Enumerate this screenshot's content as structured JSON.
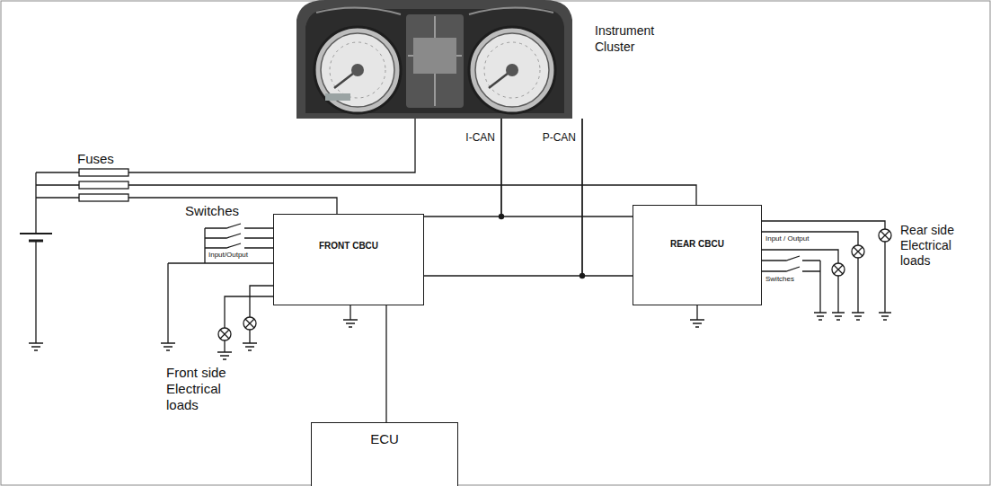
{
  "diagram": {
    "nodes": [
      {
        "text": [
          "Instrument Cluster"
        ]
      },
      {
        "text": [
          "FRONT CBCU"
        ]
      },
      {
        "text": [
          "REAR CBCU"
        ]
      },
      {
        "text": [
          "ECU"
        ]
      }
    ],
    "edges": [
      {
        "from": 0,
        "to": 1,
        "arrow": "none"
      },
      {
        "from": 0,
        "to": 2,
        "arrow": "none"
      },
      {
        "from": 0,
        "to": 1,
        "arrow": "none"
      },
      {
        "from": 0,
        "to": 2,
        "arrow": "none"
      },
      {
        "from": 1,
        "to": 3,
        "arrow": "none"
      }
    ],
    "labels": [
      "I-CAN",
      "P-CAN",
      "Fuses",
      "Switches",
      "Input/Output",
      "Front side Electrical loads",
      "Input / Output",
      "Switches",
      "Rear side Electrical loads"
    ]
  }
}
